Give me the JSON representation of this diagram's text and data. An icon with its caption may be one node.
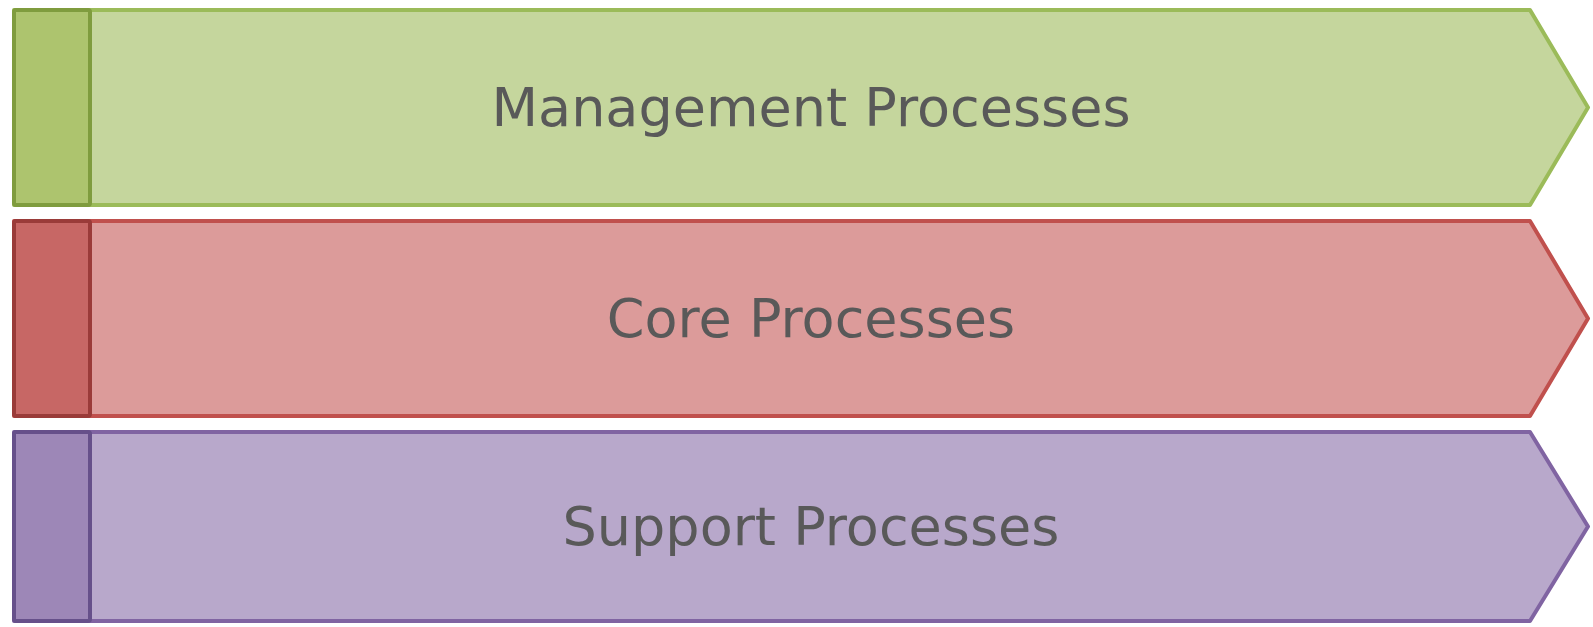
{
  "diagram": {
    "nodes": [
      {
        "text": [
          "Management Processes"
        ]
      },
      {
        "text": [
          "Core Processes"
        ]
      },
      {
        "text": [
          "Support Processes"
        ]
      }
    ]
  }
}
